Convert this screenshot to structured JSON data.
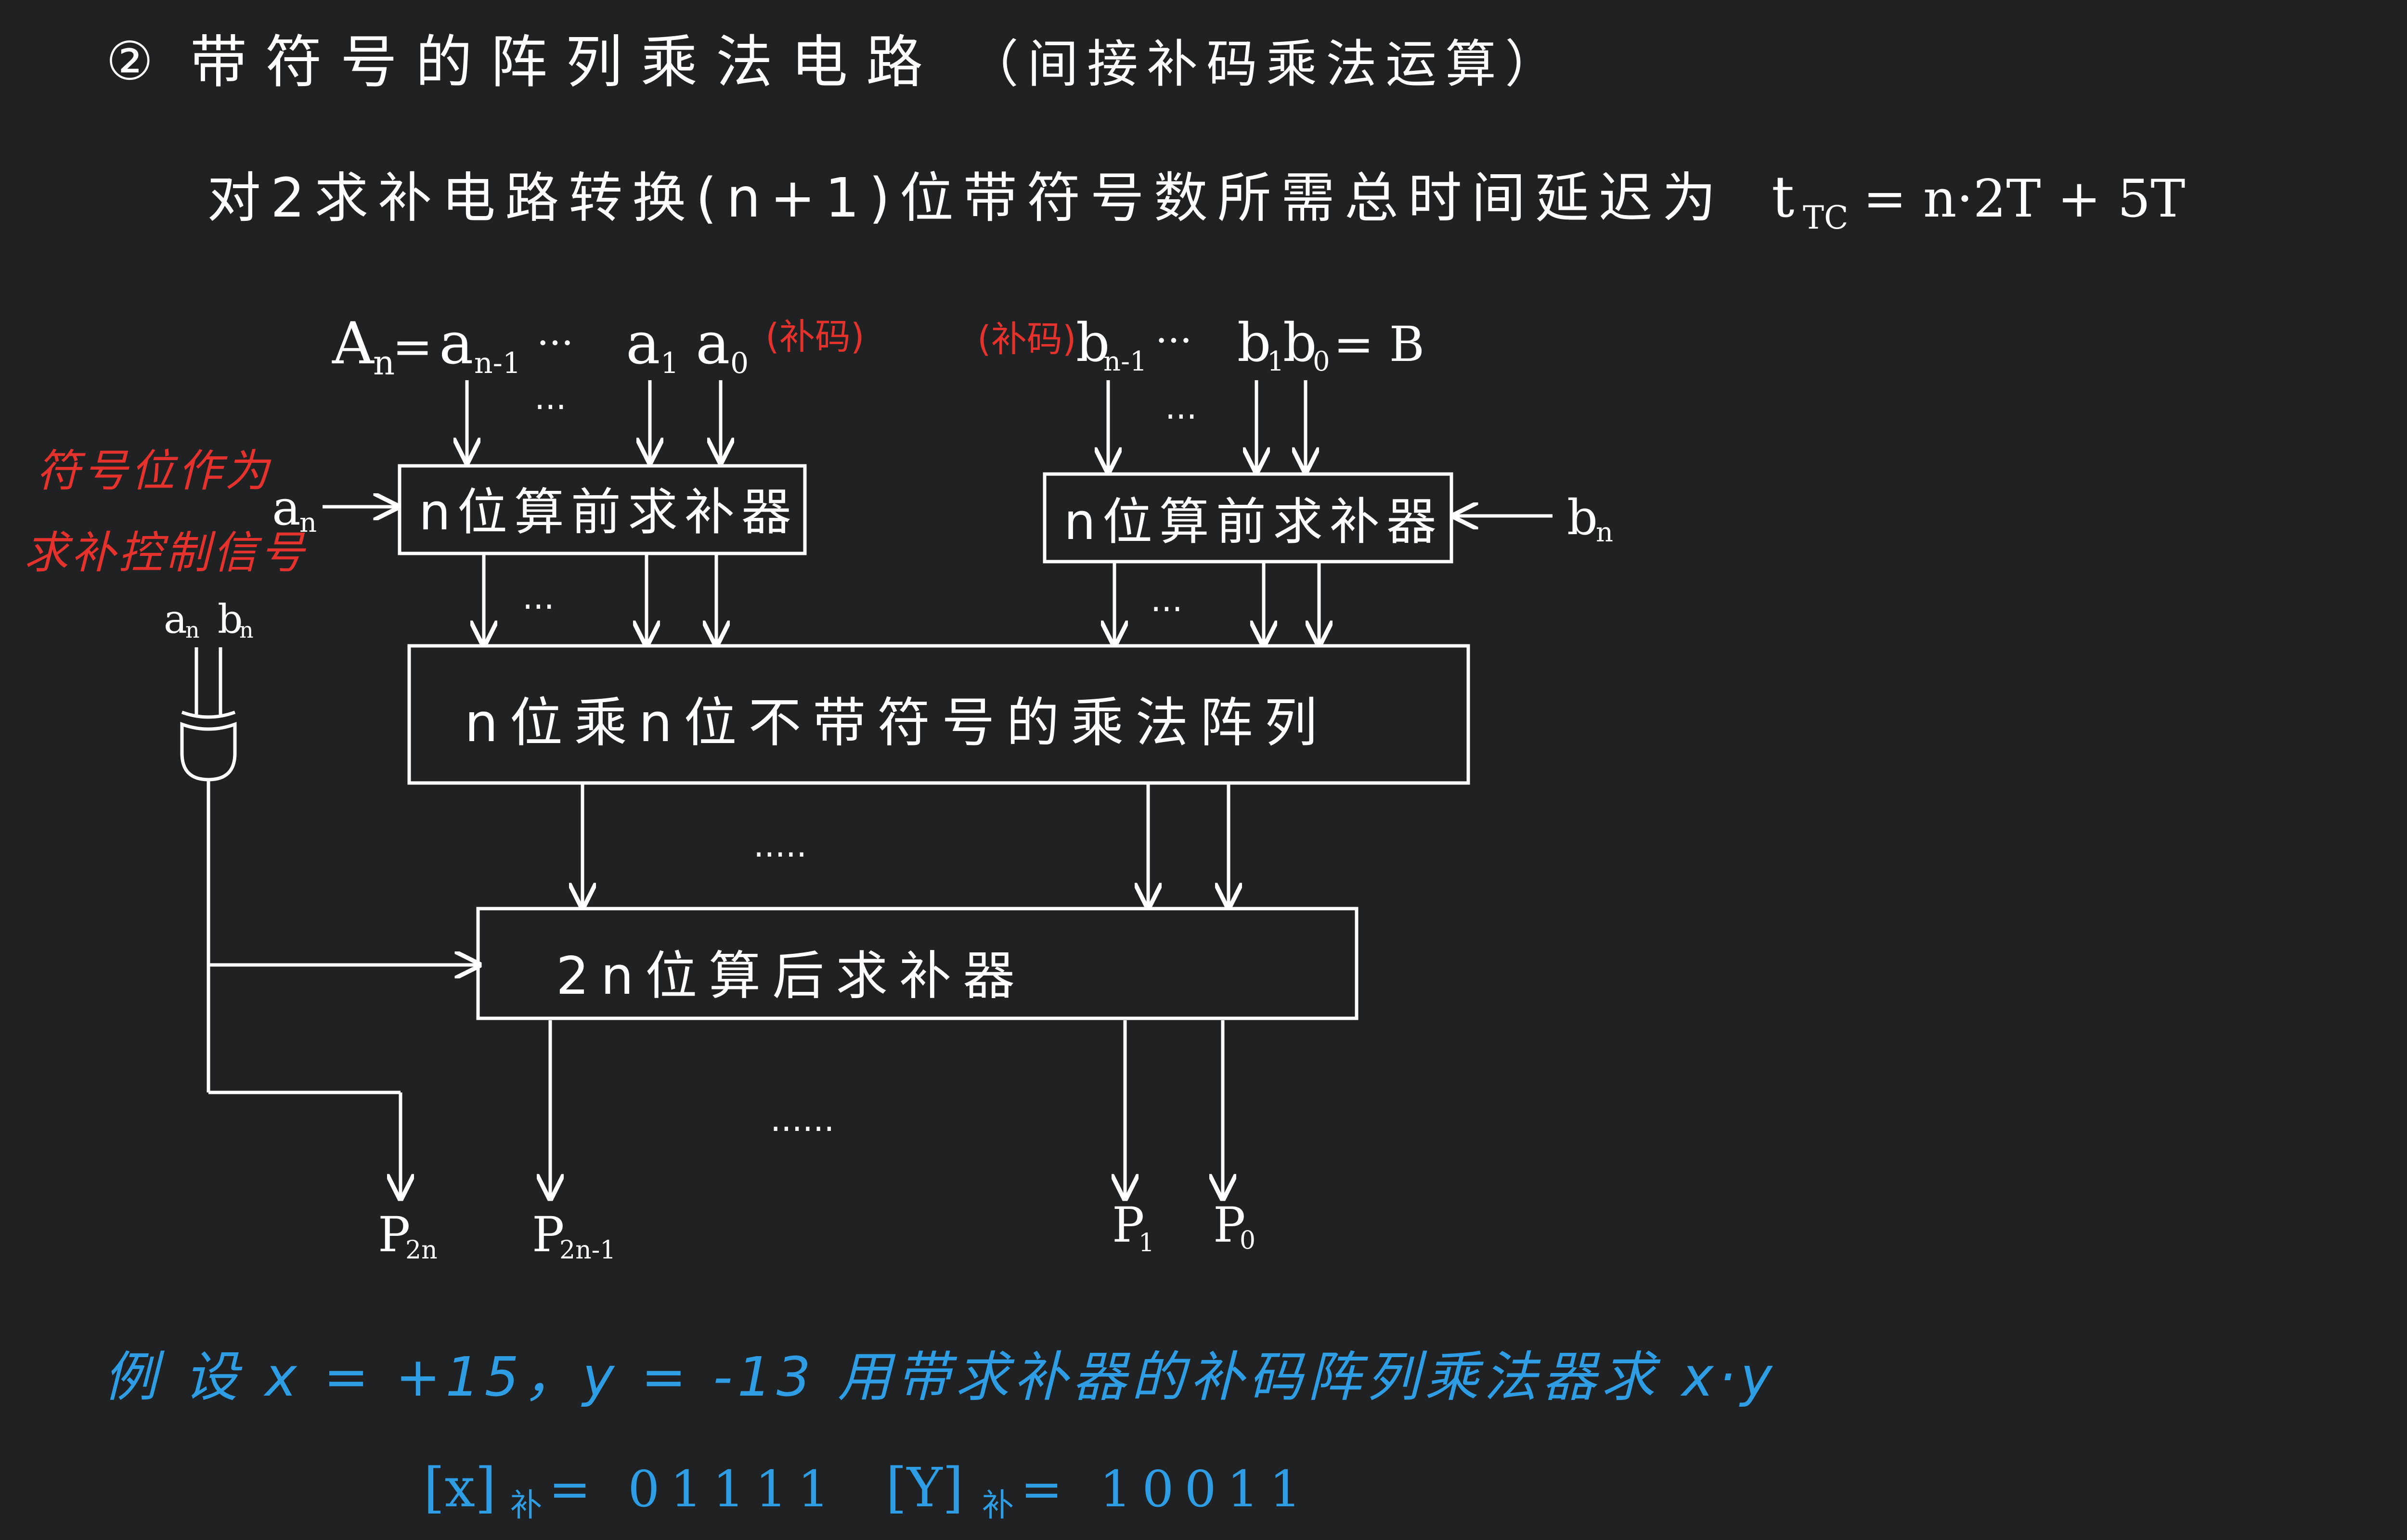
{
  "colors": {
    "background": "#202123",
    "ink": "#ffffff",
    "annotation": "#e5322d",
    "example": "#2f9de3"
  },
  "heading": {
    "number": "②",
    "title": "带符号的阵列乘法电路",
    "note": "（间接补码乘法运算）"
  },
  "delay_line": {
    "prefix": "对2求补电路转换(n+1)位带符号数所需总时间延迟为",
    "formula_t": "t",
    "formula_sub": "TC",
    "formula_rhs": " = n·2T + 5T"
  },
  "inputs_a": {
    "label_A": "A",
    "label_A_sub": "n",
    "eq": " = ",
    "a_msb": "a",
    "a_msb_sub": "n-1",
    "dots": "···",
    "a1": "a",
    "a1_sub": "1",
    "a0": "a",
    "a0_sub": "0",
    "tag": "(补码)"
  },
  "inputs_b": {
    "tag": "(补码)",
    "b_msb": "b",
    "b_msb_sub": "n-1",
    "dots": "···",
    "b1": "b",
    "b1_sub": "1",
    "b0": "b",
    "b0_sub": "0",
    "eq_B": " = B"
  },
  "blocks": {
    "pre_comp_a": "n位算前求补器",
    "pre_comp_b": "n位算前求补器",
    "array": "n位乘n位不带符号的乘法阵列",
    "post_comp": "2n位算后求补器"
  },
  "signals": {
    "an": "a",
    "an_sub": "n",
    "bn": "b",
    "bn_sub": "n",
    "xor_an": "a",
    "xor_an_sub": "n",
    "xor_bn": "b",
    "xor_bn_sub": "n"
  },
  "annotation_sign": {
    "line1": "符号位作为",
    "line2": "求补控制信号"
  },
  "dots": {
    "small": "···",
    "mid": "·····",
    "long": "······"
  },
  "outputs": [
    {
      "p": "P",
      "sub": "2n"
    },
    {
      "p": "P",
      "sub": "2n-1"
    },
    {
      "p": "P",
      "sub": "1"
    },
    {
      "p": "P",
      "sub": "0"
    }
  ],
  "example": {
    "line1": "例  设 x = +15，y = -13  用带求补器的补码阵列乘法器求 x·y",
    "x_code_label": "[x]",
    "x_code_sub": "补",
    "x_code_value": " = 01111",
    "y_code_label": "[Y]",
    "y_code_sub": "补",
    "y_code_value": " = 10011"
  }
}
